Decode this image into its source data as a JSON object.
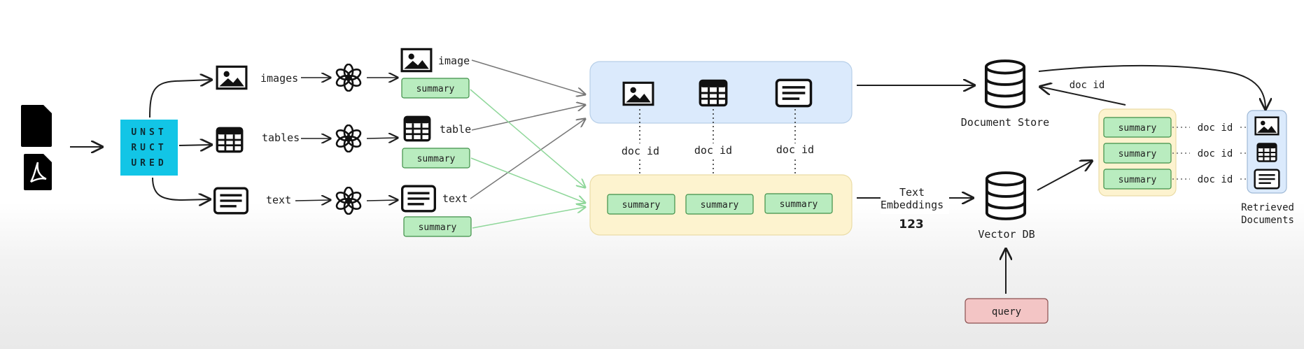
{
  "logo": {
    "lines": [
      "UNST",
      "RUCT",
      "URED"
    ],
    "color": "#12c5e6"
  },
  "labels": {
    "images": "images",
    "tables": "tables",
    "text": "text",
    "image": "image",
    "table": "table",
    "text_out": "text",
    "summary": "summary",
    "doc_id": "doc id",
    "document_store": "Document Store",
    "text_embeddings_line1": "Text",
    "text_embeddings_line2": "Embeddings",
    "embedding_number": "123",
    "vector_db": "Vector DB",
    "query": "query",
    "retrieved_line1": "Retrieved",
    "retrieved_line2": "Documents"
  },
  "colors": {
    "summary_fill": "#b9ecbf",
    "summary_stroke": "#3f8f47",
    "docstore_box": "#dbeafc",
    "vector_box": "#fdf3cf",
    "query_fill": "#f3c5c5",
    "green_arrow": "#8fd79a",
    "dark": "#1e1e1e"
  },
  "icons": {
    "file": "file-icon",
    "pdf": "pdf-icon",
    "image": "image-icon",
    "table": "table-icon",
    "text": "text-doc-icon",
    "llm": "openai-icon",
    "database": "database-icon"
  }
}
